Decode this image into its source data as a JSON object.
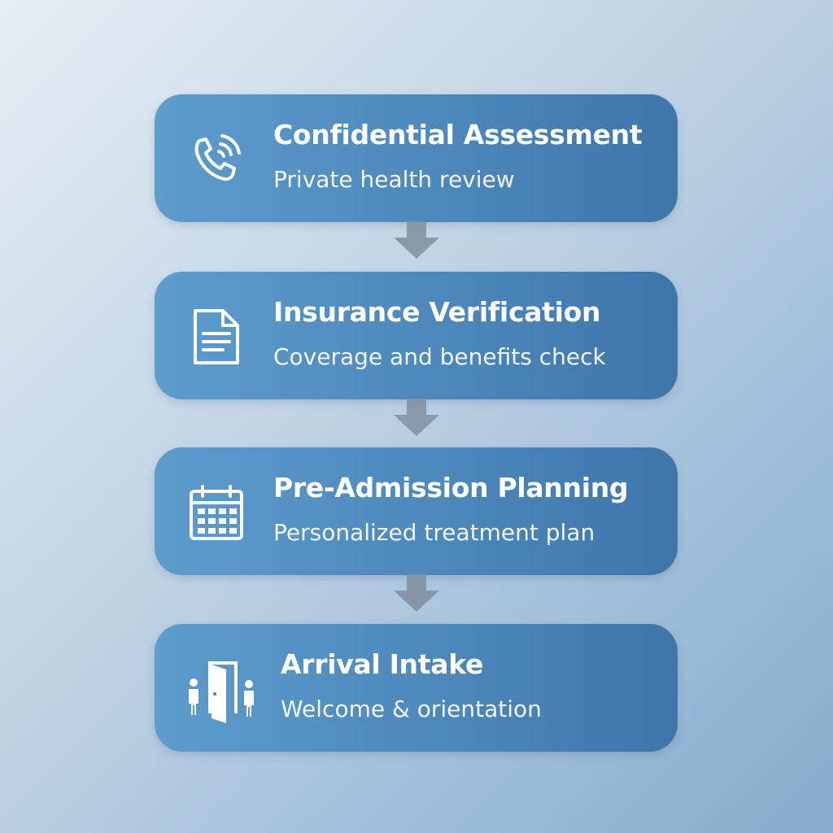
{
  "steps": [
    {
      "title": "Confidential Assessment",
      "subtitle": "Private health review",
      "icon": "phone-icon"
    },
    {
      "title": "Insurance Verification",
      "subtitle": "Coverage and benefits check",
      "icon": "document-icon"
    },
    {
      "title": "Pre-Admission Planning",
      "subtitle": "Personalized treatment plan",
      "icon": "calendar-icon"
    },
    {
      "title": "Arrival Intake",
      "subtitle": "Welcome & orientation",
      "icon": "door-people-icon"
    }
  ],
  "colors": {
    "box_start": "#5e9ccc",
    "box_end": "#3f76a9",
    "arrow": "#7f8f9f",
    "text": "#ffffff"
  }
}
